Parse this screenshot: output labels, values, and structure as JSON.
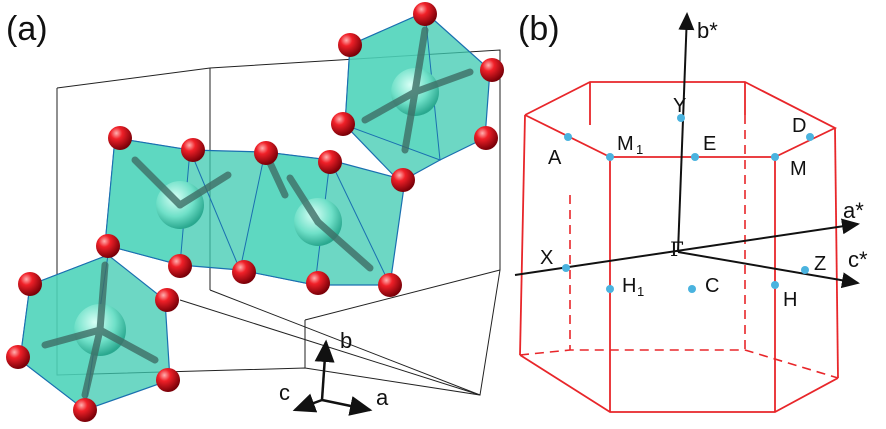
{
  "panels": {
    "a": {
      "label": "(a)",
      "axes": {
        "a": "a",
        "b": "b",
        "c": "c"
      }
    },
    "b": {
      "label": "(b)",
      "axes": {
        "a_star": "a*",
        "b_star": "b*",
        "c_star": "c*"
      },
      "kpoints": {
        "gamma": "Γ",
        "Y": "Y",
        "A": "A",
        "M1": "M",
        "M1_sub": "1",
        "E": "E",
        "D": "D",
        "M": "M",
        "X": "X",
        "H1": "H",
        "H1_sub": "1",
        "C": "C",
        "Z": "Z",
        "H": "H"
      }
    }
  },
  "colors": {
    "polyhedron": "#3cc9b0",
    "oxygen": "#e0141c",
    "cell_line": "#222222",
    "bz_line": "#e8262a",
    "kpoint": "#4ab3df",
    "axis": "#111111"
  }
}
